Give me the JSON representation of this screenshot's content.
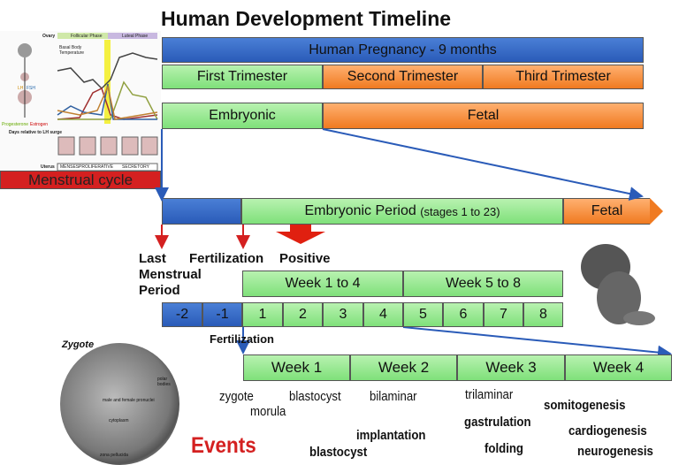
{
  "title": "Human Development Timeline",
  "pregnancy": "Human Pregnancy - 9 months",
  "trimesters": [
    "First Trimester",
    "Second Trimester",
    "Third Trimester"
  ],
  "periods": [
    "Embryonic",
    "Fetal"
  ],
  "menstrual_cycle": {
    "label": "Menstrual cycle",
    "chart_labels": [
      "Ovary",
      "Follicular Phase",
      "Luteal Phase",
      "Basal Body Temperature",
      "Progesterone",
      "Estrogen",
      "LH",
      "FSH",
      "Days relative to LH surge",
      "Uterus",
      "MENSES",
      "PROLIFERATIVE",
      "SECRETORY"
    ]
  },
  "timeline": {
    "embryonic_period": "Embryonic Period",
    "stages": "(stages 1 to 23)",
    "fetal": "Fetal"
  },
  "markers": {
    "lmp": "Last Menstrual Period",
    "fertilization": "Fertilization",
    "positive": "Positive"
  },
  "week_groups": [
    "Week 1 to 4",
    "Week 5 to 8"
  ],
  "weeks_numbers": [
    "-2",
    "-1",
    "1",
    "2",
    "3",
    "4",
    "5",
    "6",
    "7",
    "8"
  ],
  "fertilization_label": "Fertilization",
  "weeks": [
    "Week 1",
    "Week 2",
    "Week 3",
    "Week 4"
  ],
  "zygote": {
    "title": "Zygote",
    "labels": [
      "polar bodies",
      "male and female pronuclei",
      "cytoplasm",
      "zona pellucida"
    ]
  },
  "events_title": "Events",
  "events": {
    "zygote": "zygote",
    "blastocyst": "blastocyst",
    "bilaminar": "bilaminar",
    "trilaminar": "trilaminar",
    "morula": "morula",
    "somitogenesis": "somitogenesis",
    "gastrulation": "gastrulation",
    "implantation": "implantation",
    "cardiogenesis": "cardiogenesis",
    "blastocyst2": "blastocyst",
    "folding": "folding",
    "neurogenesis": "neurogenesis"
  },
  "colors": {
    "blue": "#2a5bb8",
    "green": "#8ee070",
    "orange": "#f07a20",
    "red": "#d42020"
  }
}
